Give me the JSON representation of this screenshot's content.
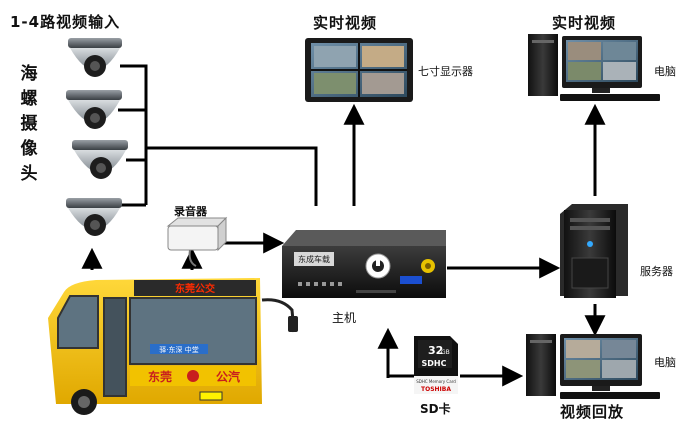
{
  "labels": {
    "cameras_title": "1-4路视频输入",
    "cameras_side": "海螺摄像头",
    "live_view_monitor": "实时视频",
    "monitor_7in": "七寸显示器",
    "live_view_pc": "实时视频",
    "pc_top": "电脑",
    "recorder": "录音器",
    "host": "主机",
    "server": "服务器",
    "sd_card": "SD卡",
    "pc_bottom": "电脑",
    "playback": "视频回放"
  },
  "device_text": {
    "dvr_badge": "东成车载",
    "sd_capacity": "32",
    "sd_unit": "GB",
    "sd_type": "SDHC",
    "sd_brand": "TOSHIBA",
    "sd_sub": "SDHC Memory Card",
    "bus_destination": "东莞",
    "bus_company": "公汽",
    "bus_route": "驿·东深 中堂",
    "bus_sign": "东莞公交"
  },
  "colors": {
    "line": "#000000",
    "bus_yellow": "#f2c200",
    "bus_red": "#c81e1e",
    "sign_red": "#ff2a00",
    "monitor_frame": "#1a1a1a"
  }
}
